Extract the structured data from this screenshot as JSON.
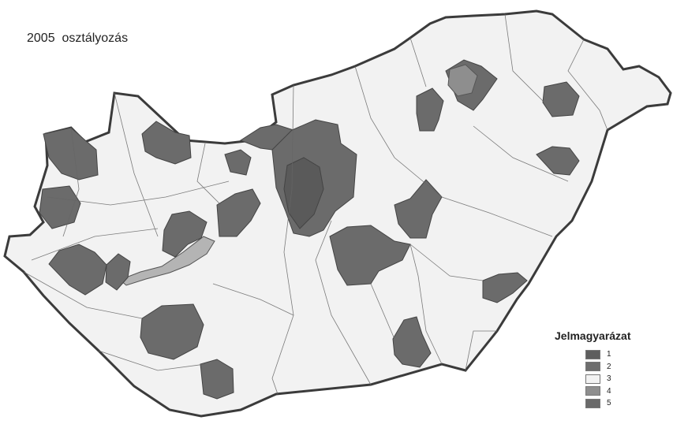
{
  "map": {
    "title": "2005  osztályozás",
    "colors": {
      "land": "#f2f2f2",
      "border": "#3b3b3b",
      "district_line": "#555555",
      "lake": "#b4b4b4"
    }
  },
  "legend": {
    "title": "Jelmagyarázat",
    "items": [
      {
        "label": "1",
        "color": "#5e5e5e"
      },
      {
        "label": "2",
        "color": "#6e6e6e"
      },
      {
        "label": "3",
        "color": "#f2f2f2"
      },
      {
        "label": "4",
        "color": "#8e8e8e"
      },
      {
        "label": "5",
        "color": "#6a6a6a"
      }
    ]
  }
}
